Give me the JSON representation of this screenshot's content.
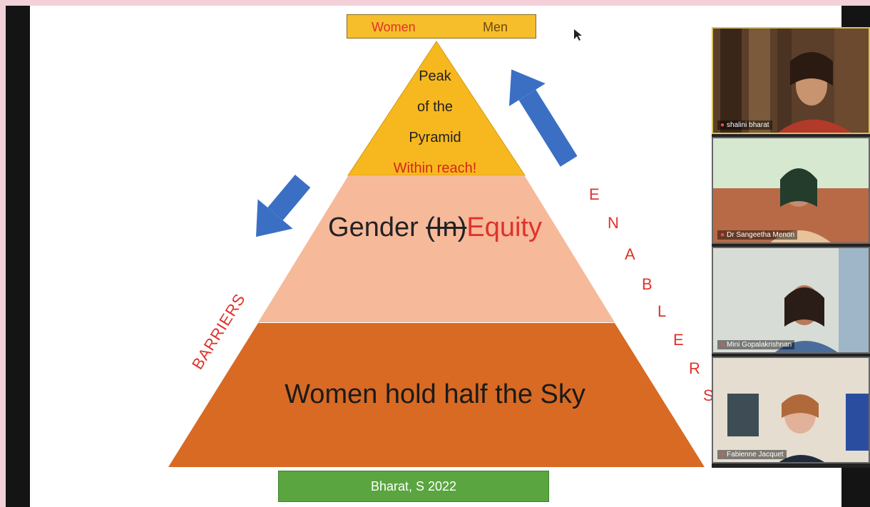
{
  "slide": {
    "top_box": {
      "women": "Women",
      "men": "Men"
    },
    "peak": {
      "line1": "Peak",
      "line2": "of the",
      "line3": "Pyramid",
      "line4": "Within reach!"
    },
    "middle": {
      "prefix": "Gender ",
      "struck": "(In)",
      "suffix": "Equity"
    },
    "base": "Women hold half the Sky",
    "barriers_label": "BARRIERS",
    "enablers_letters": [
      "E",
      "N",
      "A",
      "B",
      "L",
      "E",
      "R",
      "S"
    ],
    "footer": "Bharat, S 2022"
  },
  "participants": [
    {
      "name": "shalini bharat"
    },
    {
      "name": "Dr Sangeetha Menon"
    },
    {
      "name": "Mini Gopalakrishnan"
    },
    {
      "name": "Fabienne Jacquet"
    }
  ],
  "colors": {
    "peak": "#f7b81f",
    "middle": "#f6b99a",
    "base": "#d86a23",
    "arrow": "#3b6fc4",
    "accent_red": "#e0322a",
    "footer_green": "#5aa53f"
  }
}
